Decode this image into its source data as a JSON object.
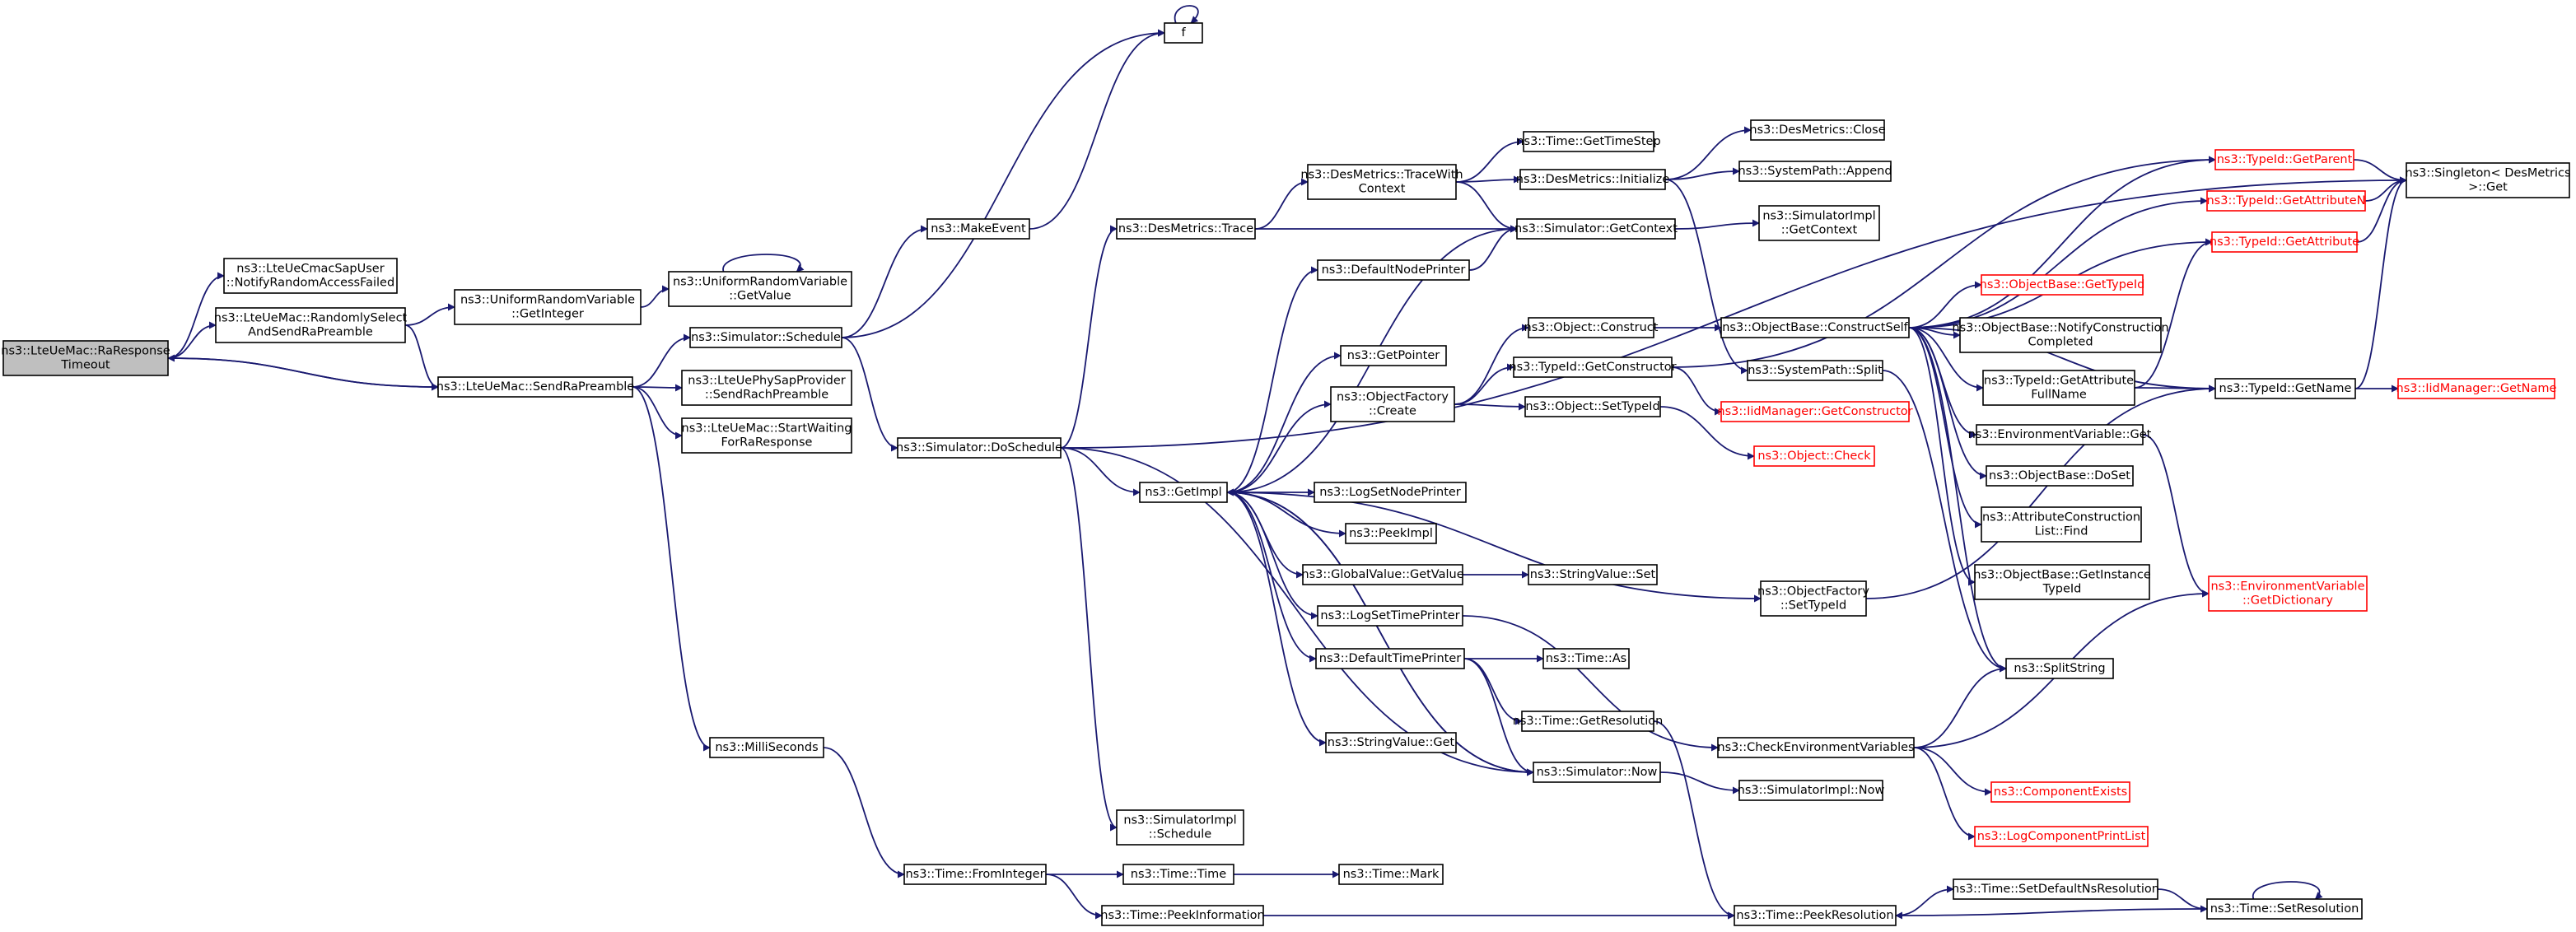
{
  "graph": {
    "edge_color": "#191970",
    "root_fill": "#bfbfbf",
    "external_color": "#ff0000",
    "nodes": [
      {
        "id": "root",
        "lines": [
          "ns3::LteUeMac::RaResponse",
          "Timeout"
        ],
        "kind": "root"
      },
      {
        "id": "notify",
        "lines": [
          "ns3::LteUeCmacSapUser",
          "::NotifyRandomAccessFailed"
        ]
      },
      {
        "id": "rand",
        "lines": [
          "ns3::LteUeMac::RandomlySelect",
          "AndSendRaPreamble"
        ]
      },
      {
        "id": "send",
        "lines": [
          "ns3::LteUeMac::SendRaPreamble"
        ]
      },
      {
        "id": "getint",
        "lines": [
          "ns3::UniformRandomVariable",
          "::GetInteger"
        ]
      },
      {
        "id": "getvalue",
        "lines": [
          "ns3::UniformRandomVariable",
          "::GetValue"
        ]
      },
      {
        "id": "sched",
        "lines": [
          "ns3::Simulator::Schedule"
        ]
      },
      {
        "id": "rach",
        "lines": [
          "ns3::LteUePhySapProvider",
          "::SendRachPreamble"
        ]
      },
      {
        "id": "startw",
        "lines": [
          "ns3::LteUeMac::StartWaiting",
          "ForRaResponse"
        ]
      },
      {
        "id": "milli",
        "lines": [
          "ns3::MilliSeconds"
        ]
      },
      {
        "id": "f",
        "lines": [
          "f"
        ]
      },
      {
        "id": "mkevent",
        "lines": [
          "ns3::MakeEvent"
        ]
      },
      {
        "id": "dosched",
        "lines": [
          "ns3::Simulator::DoSchedule"
        ]
      },
      {
        "id": "dmtrace",
        "lines": [
          "ns3::DesMetrics::Trace"
        ]
      },
      {
        "id": "getimpl",
        "lines": [
          "ns3::GetImpl"
        ]
      },
      {
        "id": "simpsched",
        "lines": [
          "ns3::SimulatorImpl",
          "::Schedule"
        ]
      },
      {
        "id": "fromint",
        "lines": [
          "ns3::Time::FromInteger"
        ]
      },
      {
        "id": "timetime",
        "lines": [
          "ns3::Time::Time"
        ]
      },
      {
        "id": "peekinfo",
        "lines": [
          "ns3::Time::PeekInformation"
        ]
      },
      {
        "id": "mark",
        "lines": [
          "ns3::Time::Mark"
        ]
      },
      {
        "id": "tracewc",
        "lines": [
          "ns3::DesMetrics::TraceWith",
          "Context"
        ]
      },
      {
        "id": "gettimestep",
        "lines": [
          "ns3::Time::GetTimeStep"
        ]
      },
      {
        "id": "dminit",
        "lines": [
          "ns3::DesMetrics::Initialize"
        ]
      },
      {
        "id": "getctx",
        "lines": [
          "ns3::Simulator::GetContext"
        ]
      },
      {
        "id": "dmclose",
        "lines": [
          "ns3::DesMetrics::Close"
        ]
      },
      {
        "id": "spappend",
        "lines": [
          "ns3::SystemPath::Append"
        ]
      },
      {
        "id": "simpctx",
        "lines": [
          "ns3::SimulatorImpl",
          "::GetContext"
        ]
      },
      {
        "id": "defnode",
        "lines": [
          "ns3::DefaultNodePrinter"
        ]
      },
      {
        "id": "getptr",
        "lines": [
          "ns3::GetPointer"
        ]
      },
      {
        "id": "ofcreate",
        "lines": [
          "ns3::ObjectFactory",
          "::Create"
        ]
      },
      {
        "id": "objconst",
        "lines": [
          "ns3::Object::Construct"
        ]
      },
      {
        "id": "tidgetc",
        "lines": [
          "ns3::TypeId::GetConstructor"
        ]
      },
      {
        "id": "objsettid",
        "lines": [
          "ns3::Object::SetTypeId"
        ]
      },
      {
        "id": "spsplit",
        "lines": [
          "ns3::SystemPath::Split"
        ]
      },
      {
        "id": "iidgetc",
        "lines": [
          "ns3::IidManager::GetConstructor"
        ],
        "kind": "ext"
      },
      {
        "id": "objcheck",
        "lines": [
          "ns3::Object::Check"
        ],
        "kind": "ext"
      },
      {
        "id": "obcs",
        "lines": [
          "ns3::ObjectBase::ConstructSelf"
        ]
      },
      {
        "id": "lognp",
        "lines": [
          "ns3::LogSetNodePrinter"
        ]
      },
      {
        "id": "peekimpl",
        "lines": [
          "ns3::PeekImpl"
        ]
      },
      {
        "id": "gvget",
        "lines": [
          "ns3::GlobalValue::GetValue"
        ]
      },
      {
        "id": "svset",
        "lines": [
          "ns3::StringValue::Set"
        ]
      },
      {
        "id": "logtp",
        "lines": [
          "ns3::LogSetTimePrinter"
        ]
      },
      {
        "id": "deftp",
        "lines": [
          "ns3::DefaultTimePrinter"
        ]
      },
      {
        "id": "timeas",
        "lines": [
          "ns3::Time::As"
        ]
      },
      {
        "id": "getres",
        "lines": [
          "ns3::Time::GetResolution"
        ]
      },
      {
        "id": "svget",
        "lines": [
          "ns3::StringValue::Get"
        ]
      },
      {
        "id": "simnow",
        "lines": [
          "ns3::Simulator::Now"
        ]
      },
      {
        "id": "simpnow",
        "lines": [
          "ns3::SimulatorImpl::Now"
        ]
      },
      {
        "id": "ofsettid",
        "lines": [
          "ns3::ObjectFactory",
          "::SetTypeId"
        ]
      },
      {
        "id": "checkenv",
        "lines": [
          "ns3::CheckEnvironmentVariables"
        ]
      },
      {
        "id": "compex",
        "lines": [
          "ns3::ComponentExists"
        ],
        "kind": "ext"
      },
      {
        "id": "logcpl",
        "lines": [
          "ns3::LogComponentPrintList"
        ],
        "kind": "ext"
      },
      {
        "id": "peekres",
        "lines": [
          "ns3::Time::PeekResolution"
        ]
      },
      {
        "id": "setdefns",
        "lines": [
          "ns3::Time::SetDefaultNsResolution"
        ]
      },
      {
        "id": "setres",
        "lines": [
          "ns3::Time::SetResolution"
        ]
      },
      {
        "id": "tidgetparent",
        "lines": [
          "ns3::TypeId::GetParent"
        ],
        "kind": "ext"
      },
      {
        "id": "tidgetattrn",
        "lines": [
          "ns3::TypeId::GetAttributeN"
        ],
        "kind": "ext"
      },
      {
        "id": "tidgetattr",
        "lines": [
          "ns3::TypeId::GetAttribute"
        ],
        "kind": "ext"
      },
      {
        "id": "obgettid",
        "lines": [
          "ns3::ObjectBase::GetTypeId"
        ],
        "kind": "ext"
      },
      {
        "id": "obnotify",
        "lines": [
          "ns3::ObjectBase::NotifyConstruction",
          "Completed"
        ]
      },
      {
        "id": "tidattrfull",
        "lines": [
          "ns3::TypeId::GetAttribute",
          "FullName"
        ]
      },
      {
        "id": "envget",
        "lines": [
          "ns3::EnvironmentVariable::Get"
        ]
      },
      {
        "id": "obdoset",
        "lines": [
          "ns3::ObjectBase::DoSet"
        ]
      },
      {
        "id": "acfind",
        "lines": [
          "ns3::AttributeConstruction",
          "List::Find"
        ]
      },
      {
        "id": "obgetinst",
        "lines": [
          "ns3::ObjectBase::GetInstance",
          "TypeId"
        ]
      },
      {
        "id": "splitstr",
        "lines": [
          "ns3::SplitString"
        ]
      },
      {
        "id": "singleton",
        "lines": [
          "ns3::Singleton< DesMetrics",
          ">::Get"
        ]
      },
      {
        "id": "tidgetname",
        "lines": [
          "ns3::TypeId::GetName"
        ]
      },
      {
        "id": "iidgetname",
        "lines": [
          "ns3::IidManager::GetName"
        ],
        "kind": "ext"
      },
      {
        "id": "envdict",
        "lines": [
          "ns3::EnvironmentVariable",
          "::GetDictionary"
        ],
        "kind": "ext"
      }
    ]
  }
}
